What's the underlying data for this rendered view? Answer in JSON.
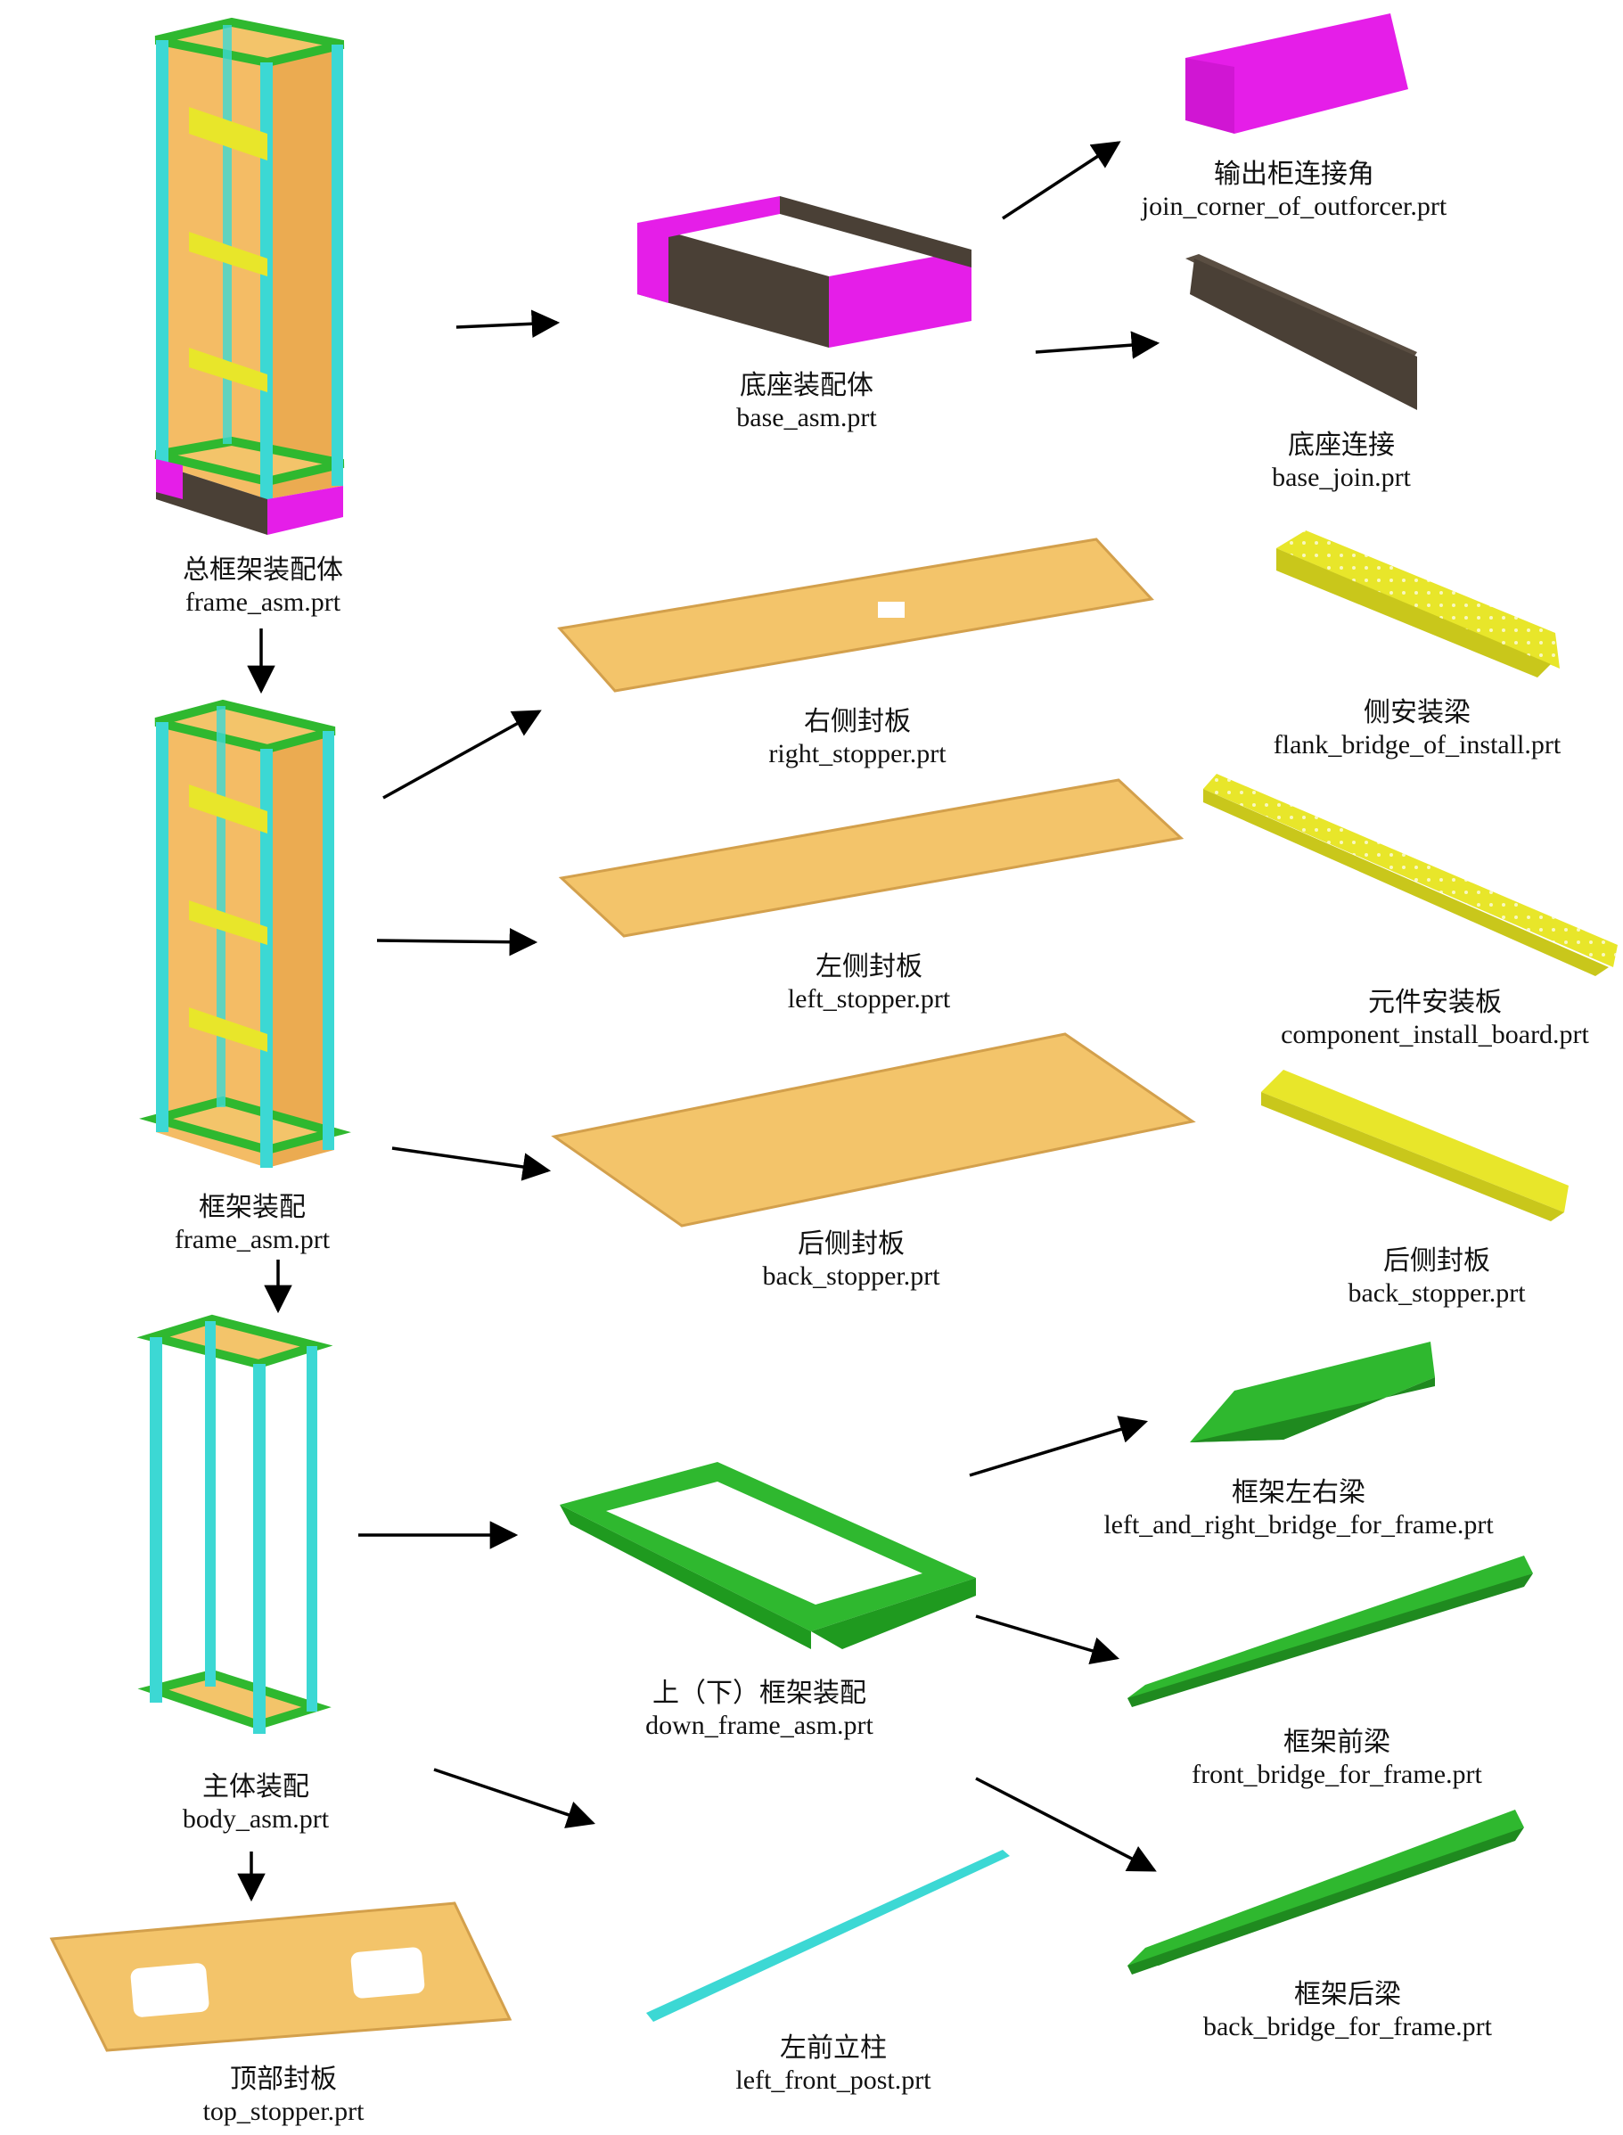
{
  "parts": {
    "frame_asm_total": {
      "zh": "总框架装配体",
      "en": "frame_asm.prt"
    },
    "base_asm": {
      "zh": "底座装配体",
      "en": "base_asm.prt"
    },
    "join_corner": {
      "zh": "输出柜连接角",
      "en": "join_corner_of_outforcer.prt"
    },
    "base_join": {
      "zh": "底座连接",
      "en": "base_join.prt"
    },
    "right_stopper": {
      "zh": "右侧封板",
      "en": "right_stopper.prt"
    },
    "flank_bridge": {
      "zh": "侧安装梁",
      "en": "flank_bridge_of_install.prt"
    },
    "frame_asm": {
      "zh": "框架装配",
      "en": "frame_asm.prt"
    },
    "left_stopper": {
      "zh": "左侧封板",
      "en": "left_stopper.prt"
    },
    "component_board": {
      "zh": "元件安装板",
      "en": "component_install_board.prt"
    },
    "back_stopper_panel": {
      "zh": "后侧封板",
      "en": "back_stopper.prt"
    },
    "back_stopper_channel": {
      "zh": "后侧封板",
      "en": "back_stopper.prt"
    },
    "body_asm": {
      "zh": "主体装配",
      "en": "body_asm.prt"
    },
    "down_frame_asm": {
      "zh": "上（下）框架装配",
      "en": "down_frame_asm.prt"
    },
    "left_right_bridge": {
      "zh": "框架左右梁",
      "en": "left_and_right_bridge_for_frame.prt"
    },
    "front_bridge": {
      "zh": "框架前梁",
      "en": "front_bridge_for_frame.prt"
    },
    "back_bridge": {
      "zh": "框架后梁",
      "en": "back_bridge_for_frame.prt"
    },
    "top_stopper": {
      "zh": "顶部封板",
      "en": "top_stopper.prt"
    },
    "left_front_post": {
      "zh": "左前立柱",
      "en": "left_front_post.prt"
    }
  },
  "colors": {
    "cyan_post": "#3cd8d4",
    "frame_green": "#2fb82f",
    "panel_orange": "#f2c66a",
    "yellow_beam": "#e8e62a",
    "magenta": "#e51ee8",
    "dark_brown": "#4a4036",
    "arrow": "#000000"
  }
}
